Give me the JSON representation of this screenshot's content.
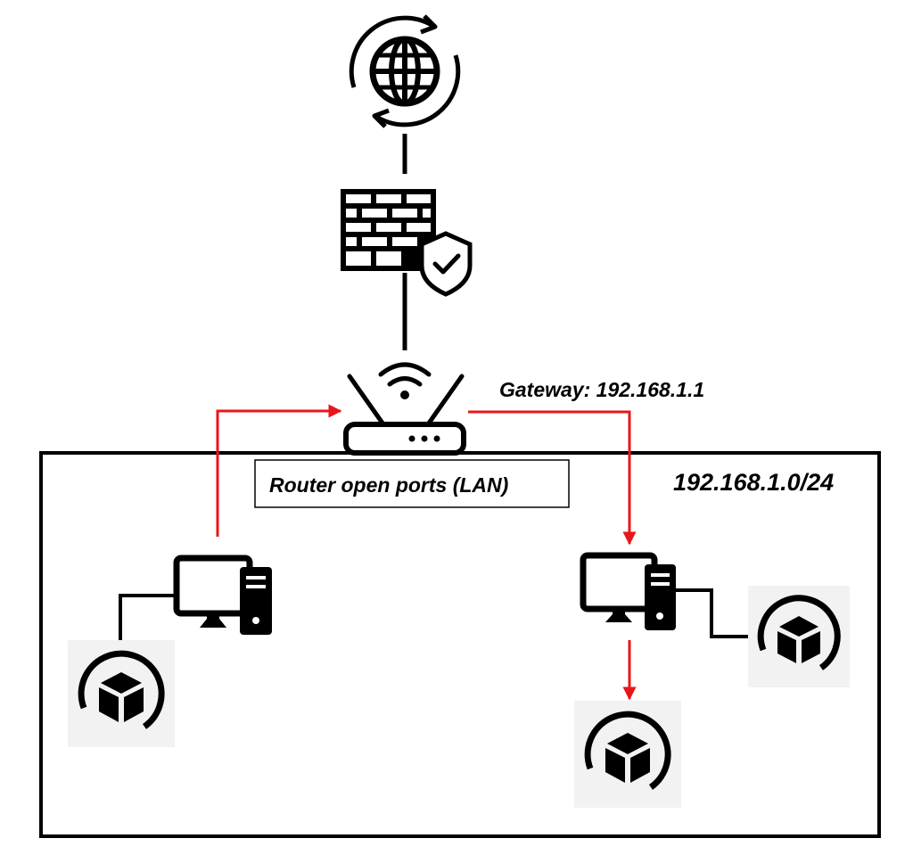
{
  "diagram": {
    "gateway_label": "Gateway: 192.168.1.1",
    "router_ports_label": "Router open ports (LAN)",
    "subnet_label": "192.168.1.0/24"
  },
  "nodes": {
    "internet": {
      "icon": "globe-refresh-icon"
    },
    "firewall": {
      "icon": "firewall-shield-icon"
    },
    "router": {
      "icon": "wifi-router-icon"
    },
    "left_computer": {
      "icon": "desktop-computer-icon"
    },
    "right_computer": {
      "icon": "desktop-computer-icon"
    },
    "left_container": {
      "icon": "container-box-icon"
    },
    "right_container_side": {
      "icon": "container-box-icon"
    },
    "right_container_bottom": {
      "icon": "container-box-icon"
    }
  },
  "colors": {
    "link": "#000000",
    "traffic_arrow": "#e8161b",
    "icon_tile": "#f2f2f2"
  }
}
